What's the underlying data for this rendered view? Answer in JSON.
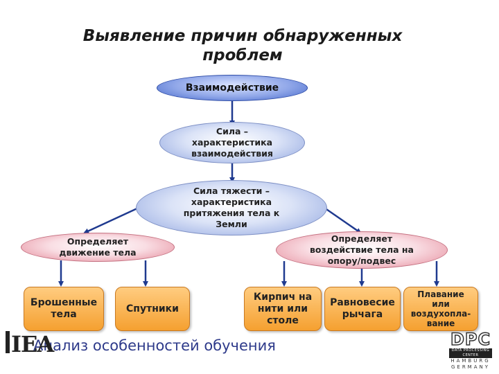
{
  "title": {
    "line1": "Выявление причин обнаруженных",
    "line2": "проблем"
  },
  "nodes": {
    "interaction": "Взаимодействие",
    "force": [
      "Сила –",
      "характеристика",
      "взаимодействия"
    ],
    "gravity": [
      "Сила тяжести –",
      "характеристика",
      "притяжения тела к",
      "Земли"
    ],
    "motion": [
      "Определяет",
      "движение тела"
    ],
    "support": [
      "Определяет",
      "воздействие тела на",
      "опору/подвес"
    ],
    "thrown": [
      "Брошенные",
      "тела"
    ],
    "satellites": "Спутники",
    "brick": [
      "Кирпич на",
      "нити или",
      "столе"
    ],
    "lever": [
      "Равновесие",
      "рычага"
    ],
    "swimming": [
      "Плавание",
      "или",
      "воздухопла-",
      "вание"
    ]
  },
  "footer": {
    "text": "Анализ особенностей обучения",
    "logo_left": "IEA",
    "logo_right": "DPC",
    "logo_right_band": "DATA PROCESSING CENTER",
    "logo_right_city": "HAMBURG",
    "logo_right_country": "GERMANY"
  },
  "colors": {
    "arrow": "#1f3a8f",
    "connector": "#1f3a8f",
    "ellipse_blue": "#8ea4df",
    "ellipse_strong": "#3f63c8",
    "ellipse_pink": "#e48898",
    "box_orange": "#f5a030",
    "footer_text": "#2e3a8a"
  }
}
